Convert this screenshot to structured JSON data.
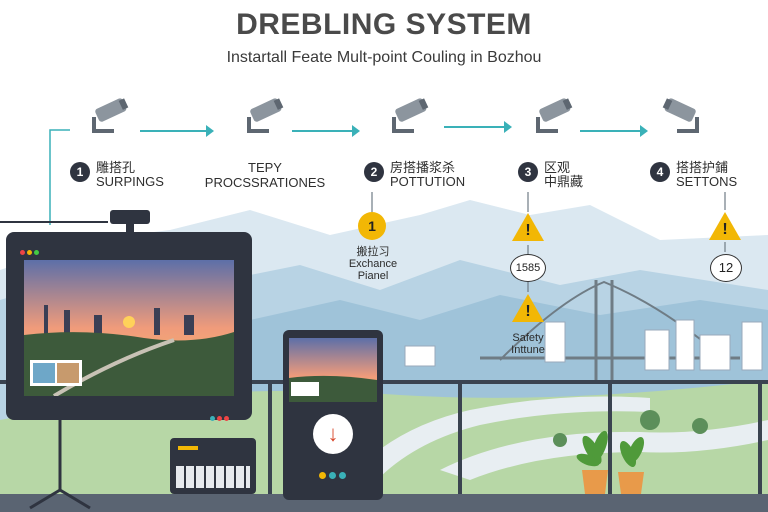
{
  "header": {
    "title": "DREBLING SYSTEM",
    "subtitle": "Instartall Feate Mult-point Couling in Bozhou"
  },
  "steps": [
    {
      "number": "1",
      "line1": "雕搭孔",
      "line2": "SURPINGS",
      "icon": "cctv-camera-icon"
    },
    {
      "number": "",
      "line1": "TEPY",
      "line2": "PROCSSRATIONES",
      "icon": "cctv-camera-icon"
    },
    {
      "number": "2",
      "line1": "房搭播浆杀",
      "line2": "POTTUTION",
      "icon": "cctv-camera-icon"
    },
    {
      "number": "3",
      "line1": "区观",
      "line2": "中鼎藏",
      "icon": "cctv-camera-icon"
    },
    {
      "number": "4",
      "line1": "搭搭护鋪",
      "line2": "SETTONS",
      "icon": "cctv-camera-icon"
    }
  ],
  "markers": {
    "exchange": {
      "number": "1",
      "line1": "搬拉习",
      "line2": "Exchance",
      "line3": "Pianel"
    },
    "safety": {
      "line1": "Safety",
      "line2": "Inttune"
    },
    "badge1": "1585",
    "badge2": "12"
  },
  "colors": {
    "accent": "#3ab1b8",
    "warning": "#f2b705",
    "device": "#2f3440"
  }
}
